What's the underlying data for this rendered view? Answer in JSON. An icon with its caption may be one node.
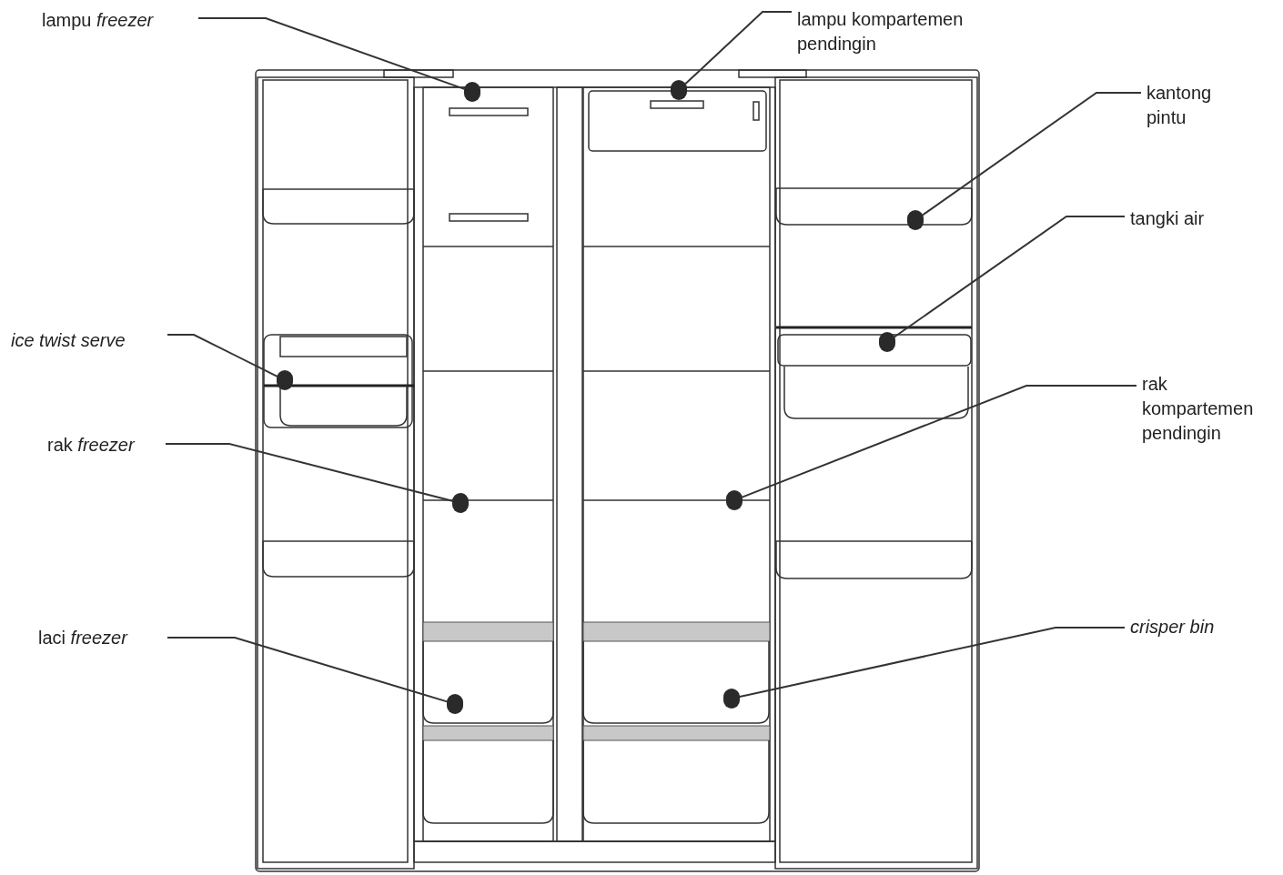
{
  "diagram": {
    "nodes": [
      {
        "text": [
          "lampu *freezer*"
        ]
      },
      {
        "text": [
          "lampu kompartemen pendingin"
        ]
      },
      {
        "text": [
          "kantong pintu"
        ]
      },
      {
        "text": [
          "tangki air"
        ]
      },
      {
        "text": [
          "ice twist serve"
        ]
      },
      {
        "text": [
          "rak *freezer*"
        ]
      },
      {
        "text": [
          "rak kompartemen pendingin"
        ]
      },
      {
        "text": [
          "laci *freezer*"
        ]
      },
      {
        "text": [
          "crisper bin"
        ]
      },
      {
        "text": [],
        "shape": "circle"
      },
      {
        "text": [],
        "shape": "circle"
      },
      {
        "text": [],
        "shape": "circle"
      },
      {
        "text": [],
        "shape": "circle"
      },
      {
        "text": [],
        "shape": "circle"
      },
      {
        "text": [],
        "shape": "circle"
      },
      {
        "text": [],
        "shape": "circle"
      },
      {
        "text": [],
        "shape": "circle"
      },
      {
        "text": [],
        "shape": "circle"
      }
    ],
    "edges": [
      {
        "from": 0,
        "to": 9,
        "arrow": "none"
      },
      {
        "from": 1,
        "to": 10,
        "arrow": "none"
      },
      {
        "from": 2,
        "to": 11,
        "arrow": "none"
      },
      {
        "from": 3,
        "to": 12,
        "arrow": "none"
      },
      {
        "from": 4,
        "to": 13,
        "arrow": "none"
      },
      {
        "from": 5,
        "to": 14,
        "arrow": "none"
      },
      {
        "from": 6,
        "to": 15,
        "arrow": "none"
      },
      {
        "from": 7,
        "to": 16,
        "arrow": "none"
      },
      {
        "from": 8,
        "to": 17,
        "arrow": "none"
      }
    ]
  }
}
